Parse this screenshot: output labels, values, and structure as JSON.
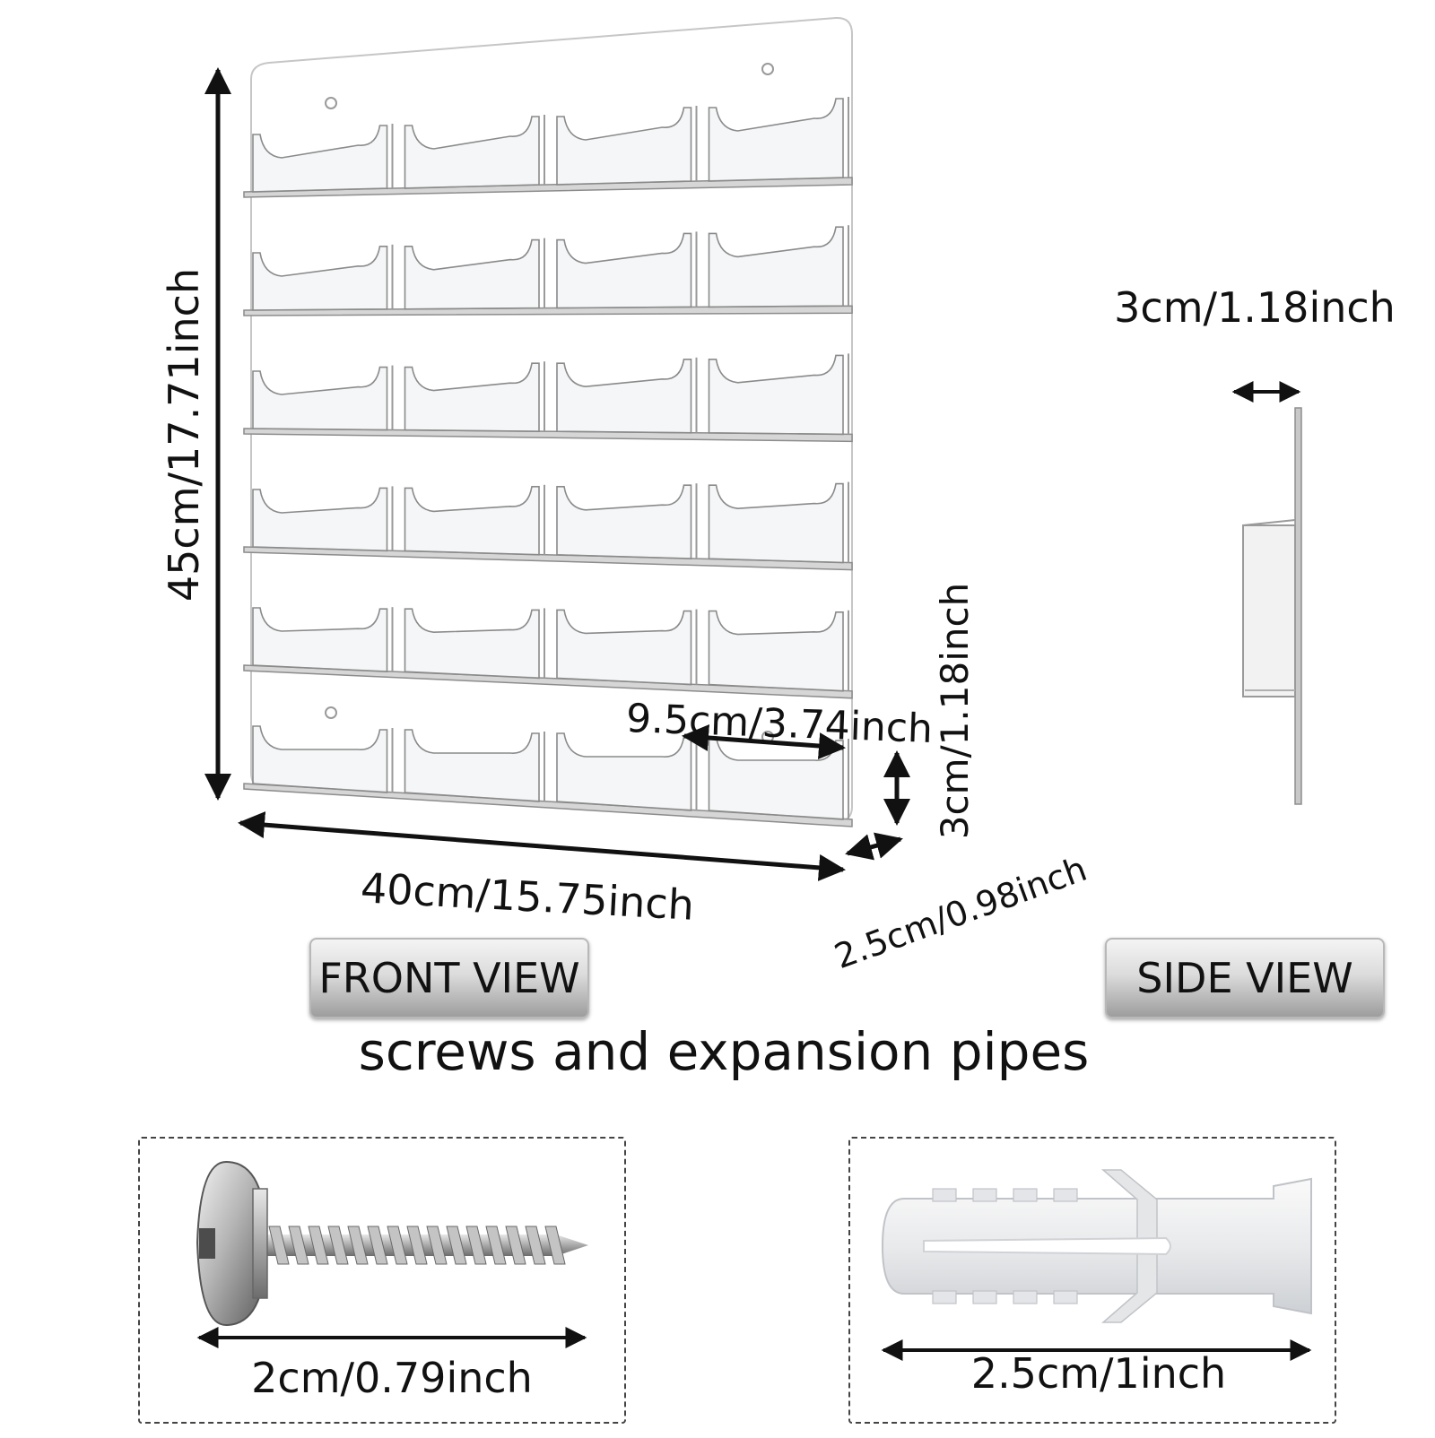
{
  "dimensions": {
    "height": "45cm/17.71inch",
    "width": "40cm/15.75inch",
    "pocket_width": "9.5cm/3.74inch",
    "pocket_height": "3cm/1.18inch",
    "pocket_depth": "2.5cm/0.98inch",
    "side_depth": "3cm/1.18inch"
  },
  "views": {
    "front_label": "FRONT VIEW",
    "side_label": "SIDE VIEW"
  },
  "hardware": {
    "title": "screws and expansion pipes",
    "screw_size": "2cm/0.79inch",
    "anchor_size": "2.5cm/1inch"
  },
  "holder": {
    "rows": 6,
    "pockets_per_row": 4
  },
  "colors": {
    "accent": "#111111",
    "panel_edge": "#c9c9c9",
    "button_top": "#f4f4f4",
    "button_bottom": "#9d9d9d"
  }
}
